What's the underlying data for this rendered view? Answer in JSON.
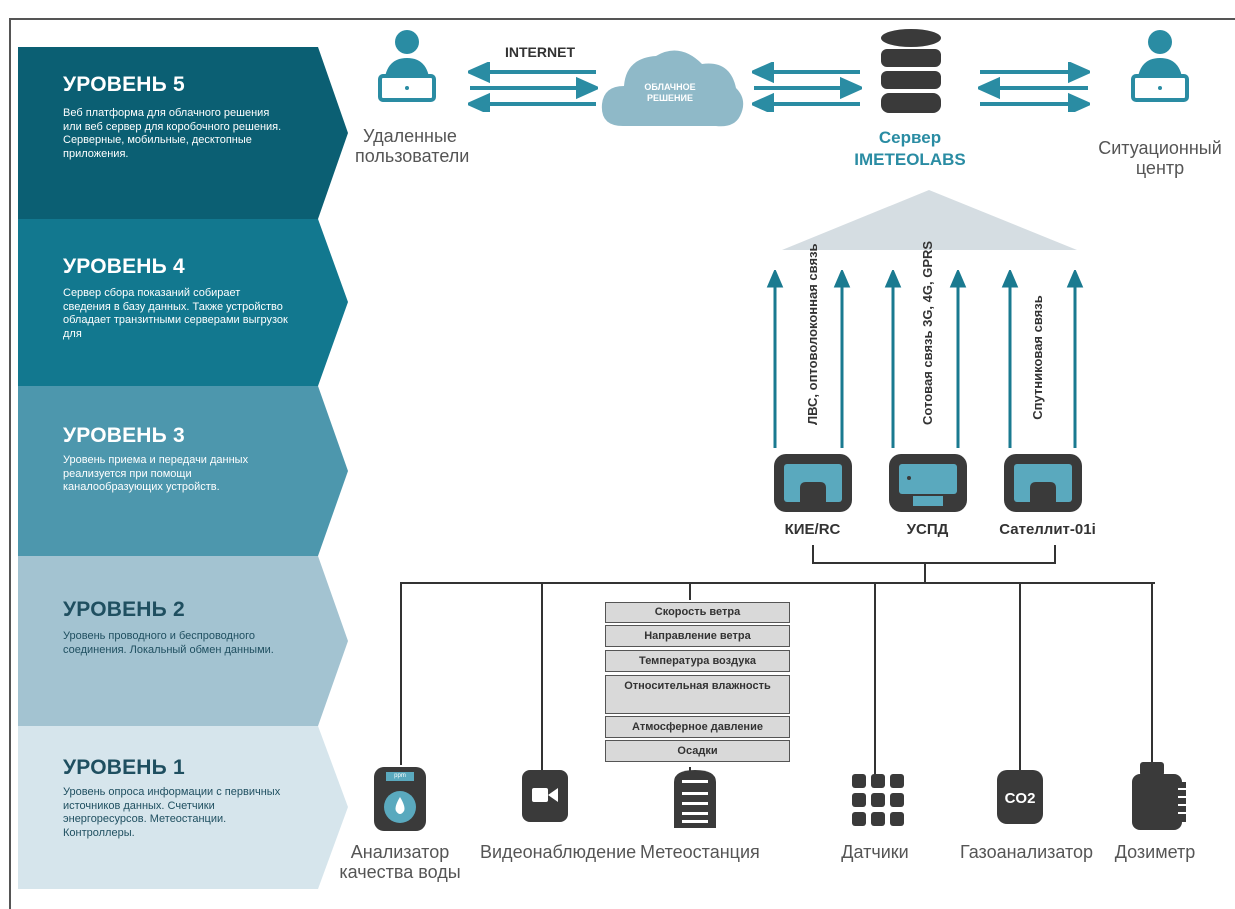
{
  "levels": [
    {
      "title": "УРОВЕНЬ 5",
      "desc": "Веб платформа для облачного решения или веб сервер для коробочного решения. Серверные, мобильные, десктопные приложения.",
      "color": "#0b5f73"
    },
    {
      "title": "УРОВЕНЬ 4",
      "desc": "Сервер сбора показаний собирает сведения в базу данных. Также устройство обладает транзитными серверами выгрузок для",
      "color": "#12788f"
    },
    {
      "title": "УРОВЕНЬ 3",
      "desc": "Уровень приема и передачи данных реализуется при помощи каналообразующих устройств.",
      "color": "#4d97ad"
    },
    {
      "title": "УРОВЕНЬ 2",
      "desc": "Уровень проводного и беспроводного соединения. Локальный обмен данными.",
      "color": "#a3c3d1"
    },
    {
      "title": "УРОВЕНЬ 1",
      "desc": "Уровень опроса информации с первичных источников данных. Счетчики энергоресурсов. Метеостанции. Контроллеры.",
      "color": "#d6e5ec"
    }
  ],
  "level_text_colors": [
    "#ffffff",
    "#ffffff",
    "#ffffff",
    "#1f4f60",
    "#1f4f60"
  ],
  "top": {
    "internet": "INTERNET",
    "cloud": "ОБЛАЧНОЕ РЕШЕНИЕ",
    "remote_users": "Удаленные пользователи",
    "server_line1": "Сервер",
    "server_line2": "IMETEOLABS",
    "situation_center": "Ситуационный центр"
  },
  "channels": [
    {
      "text": "ЛВС, оптоволоконная связь"
    },
    {
      "text": "Сотовая связь 3G, 4G, GPRS"
    },
    {
      "text": "Спутниковая связь"
    }
  ],
  "devices": [
    "КИЕ/RC",
    "УСПД",
    "Сателлит-01i"
  ],
  "params": [
    "Скорость ветра",
    "Направление ветра",
    "Температура воздука",
    "Относительная влажность",
    "Атмосферное давление",
    "Осадки"
  ],
  "sensors": [
    {
      "label": "Анализатор качества воды",
      "icon": "water-analyzer-icon"
    },
    {
      "label": "Видеонаблюдение",
      "icon": "video-camera-icon"
    },
    {
      "label": "Метеостанция",
      "icon": "weather-station-icon"
    },
    {
      "label": "Датчики",
      "icon": "sensor-grid-icon"
    },
    {
      "label": "Газоанализатор",
      "icon": "co2-icon"
    },
    {
      "label": "Дозиметр",
      "icon": "dosimeter-icon"
    }
  ],
  "co2": "CO2",
  "water_badge": "ppm",
  "colors": {
    "accent": "#2a8ca3",
    "dark": "#3a3a3a",
    "arrow": "#1a7a90"
  }
}
